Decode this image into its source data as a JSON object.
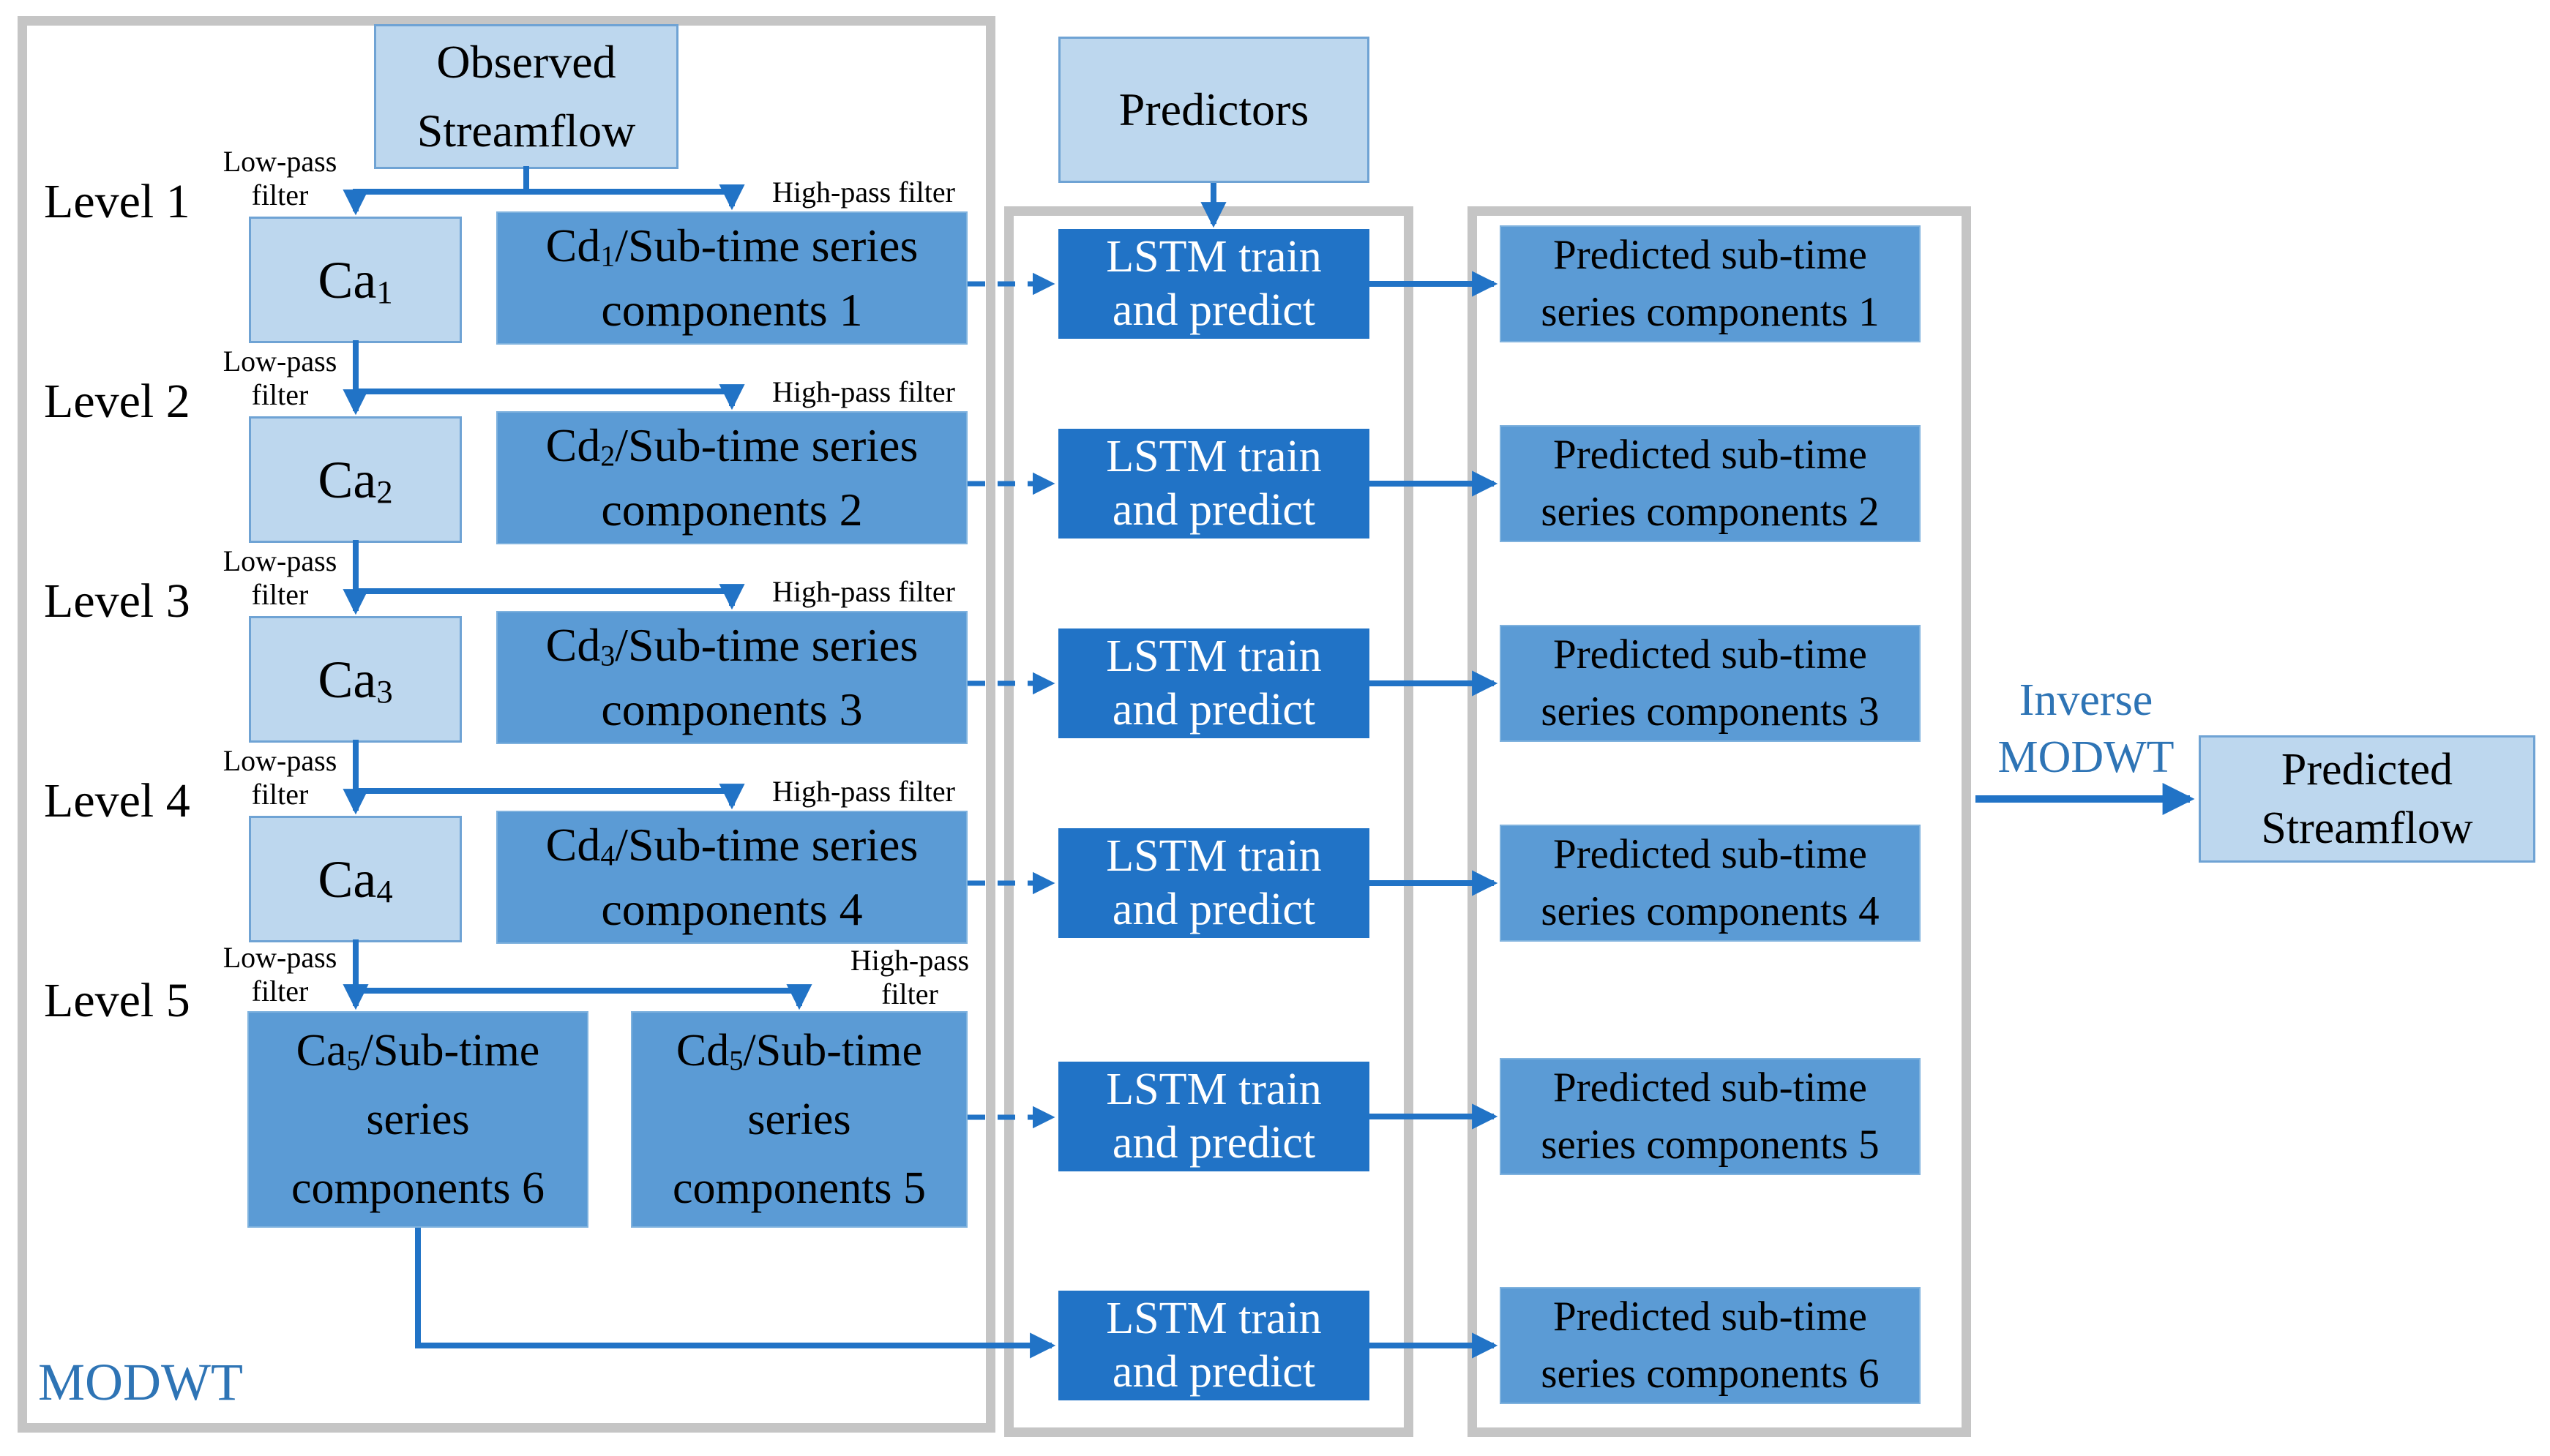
{
  "colors": {
    "panel_border": "#c5c5c5",
    "light_fill": "#bdd7ee",
    "light_border": "#6fa3d4",
    "medium_fill": "#5b9bd5",
    "dark_fill": "#2173c6",
    "arrow_blue": "#2173c6",
    "label_blue": "#2e74b5",
    "text_black": "#000000",
    "text_white": "#ffffff"
  },
  "left_panel": {
    "modwt_label": "MODWT",
    "observed": {
      "line1": "Observed",
      "line2": "Streamflow"
    },
    "levels": [
      {
        "name": "Level 1",
        "low1": "Low-pass",
        "low2": "filter",
        "high1": "High-pass filter"
      },
      {
        "name": "Level 2",
        "low1": "Low-pass",
        "low2": "filter",
        "high1": "High-pass filter"
      },
      {
        "name": "Level 3",
        "low1": "Low-pass",
        "low2": "filter",
        "high1": "High-pass filter"
      },
      {
        "name": "Level 4",
        "low1": "Low-pass",
        "low2": "filter",
        "high1": "High-pass filter"
      },
      {
        "name": "Level 5",
        "low1": "Low-pass",
        "low2": "filter",
        "high1": "High-pass",
        "high2": "filter"
      }
    ],
    "ca": [
      {
        "base": "Ca",
        "sub": "1"
      },
      {
        "base": "Ca",
        "sub": "2"
      },
      {
        "base": "Ca",
        "sub": "3"
      },
      {
        "base": "Ca",
        "sub": "4"
      }
    ],
    "ca5": {
      "base": "Ca",
      "sub": "5",
      "tail": "/Sub-time",
      "line2": "series",
      "line3": "components 6"
    },
    "cd": [
      {
        "base": "Cd",
        "sub": "1",
        "tail": "/Sub-time series",
        "line2": "components 1"
      },
      {
        "base": "Cd",
        "sub": "2",
        "tail": "/Sub-time series",
        "line2": "components 2"
      },
      {
        "base": "Cd",
        "sub": "3",
        "tail": "/Sub-time series",
        "line2": "components 3"
      },
      {
        "base": "Cd",
        "sub": "4",
        "tail": "/Sub-time series",
        "line2": "components 4"
      }
    ],
    "cd5": {
      "base": "Cd",
      "sub": "5",
      "tail": "/Sub-time",
      "line2": "series",
      "line3": "components 5"
    }
  },
  "middle_panel": {
    "predictors_label": "Predictors",
    "lstm": [
      {
        "line1": "LSTM train",
        "line2": "and predict"
      },
      {
        "line1": "LSTM train",
        "line2": "and predict"
      },
      {
        "line1": "LSTM train",
        "line2": "and predict"
      },
      {
        "line1": "LSTM train",
        "line2": "and predict"
      },
      {
        "line1": "LSTM train",
        "line2": "and predict"
      },
      {
        "line1": "LSTM train",
        "line2": "and predict"
      }
    ]
  },
  "right_panel": {
    "predicted": [
      {
        "line1": "Predicted sub-time",
        "line2": "series components 1"
      },
      {
        "line1": "Predicted sub-time",
        "line2": "series components 2"
      },
      {
        "line1": "Predicted sub-time",
        "line2": "series components 3"
      },
      {
        "line1": "Predicted sub-time",
        "line2": "series components 4"
      },
      {
        "line1": "Predicted sub-time",
        "line2": "series components 5"
      },
      {
        "line1": "Predicted sub-time",
        "line2": "series components 6"
      }
    ]
  },
  "output": {
    "inverse1": "Inverse",
    "inverse2": "MODWT",
    "streamflow": {
      "line1": "Predicted",
      "line2": "Streamflow"
    }
  }
}
